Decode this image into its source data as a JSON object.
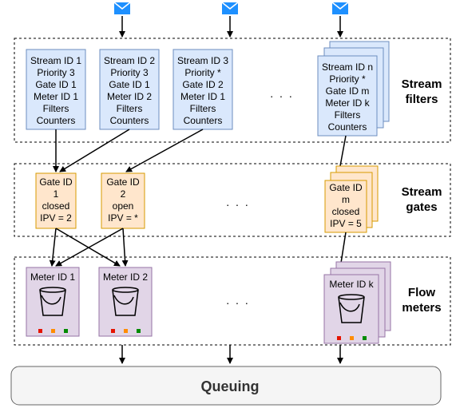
{
  "sections": {
    "stream_filters": [
      "Stream",
      "filters"
    ],
    "stream_gates": [
      "Stream",
      "gates"
    ],
    "flow_meters": [
      "Flow",
      "meters"
    ]
  },
  "ellipsis": ". . .",
  "stream_filters": [
    {
      "lines": [
        "Stream ID 1",
        "Priority 3",
        "Gate ID 1",
        "Meter ID 1",
        "Filters",
        "Counters"
      ]
    },
    {
      "lines": [
        "Stream ID 2",
        "Priority 3",
        "Gate ID 1",
        "Meter ID 2",
        "Filters",
        "Counters"
      ]
    },
    {
      "lines": [
        "Stream ID 3",
        "Priority *",
        "Gate ID 2",
        "Meter ID 1",
        "Filters",
        "Counters"
      ]
    },
    {
      "lines": [
        "Stream ID n",
        "Priority *",
        "Gate ID m",
        "Meter ID k",
        "Filters",
        "Counters"
      ]
    }
  ],
  "stream_gates": [
    {
      "lines": [
        "Gate ID",
        "1",
        "closed",
        "IPV = 2"
      ]
    },
    {
      "lines": [
        "Gate ID",
        "2",
        "open",
        "IPV = *"
      ]
    },
    {
      "lines": [
        "Gate ID",
        "m",
        "closed",
        "IPV = 5"
      ]
    }
  ],
  "flow_meters": [
    {
      "label": "Meter ID 1"
    },
    {
      "label": "Meter ID 2"
    },
    {
      "label": "Meter ID k"
    }
  ],
  "queuing": "Queuing",
  "colors": {
    "filter_fill": "#dae8fc",
    "filter_stroke": "#6c8ebf",
    "gate_fill": "#ffe6cc",
    "gate_stroke": "#d79b00",
    "meter_fill": "#e1d5e7",
    "meter_stroke": "#9673a6",
    "mail_icon": "#1e90ff",
    "queue_fill": "#f5f5f5",
    "queue_stroke": "#666666",
    "light_red": "#e51400",
    "light_orange": "#ff8c00",
    "light_green": "#008a00"
  },
  "icons": {
    "incoming": "envelope-icon",
    "meter": "bucket-icon"
  }
}
